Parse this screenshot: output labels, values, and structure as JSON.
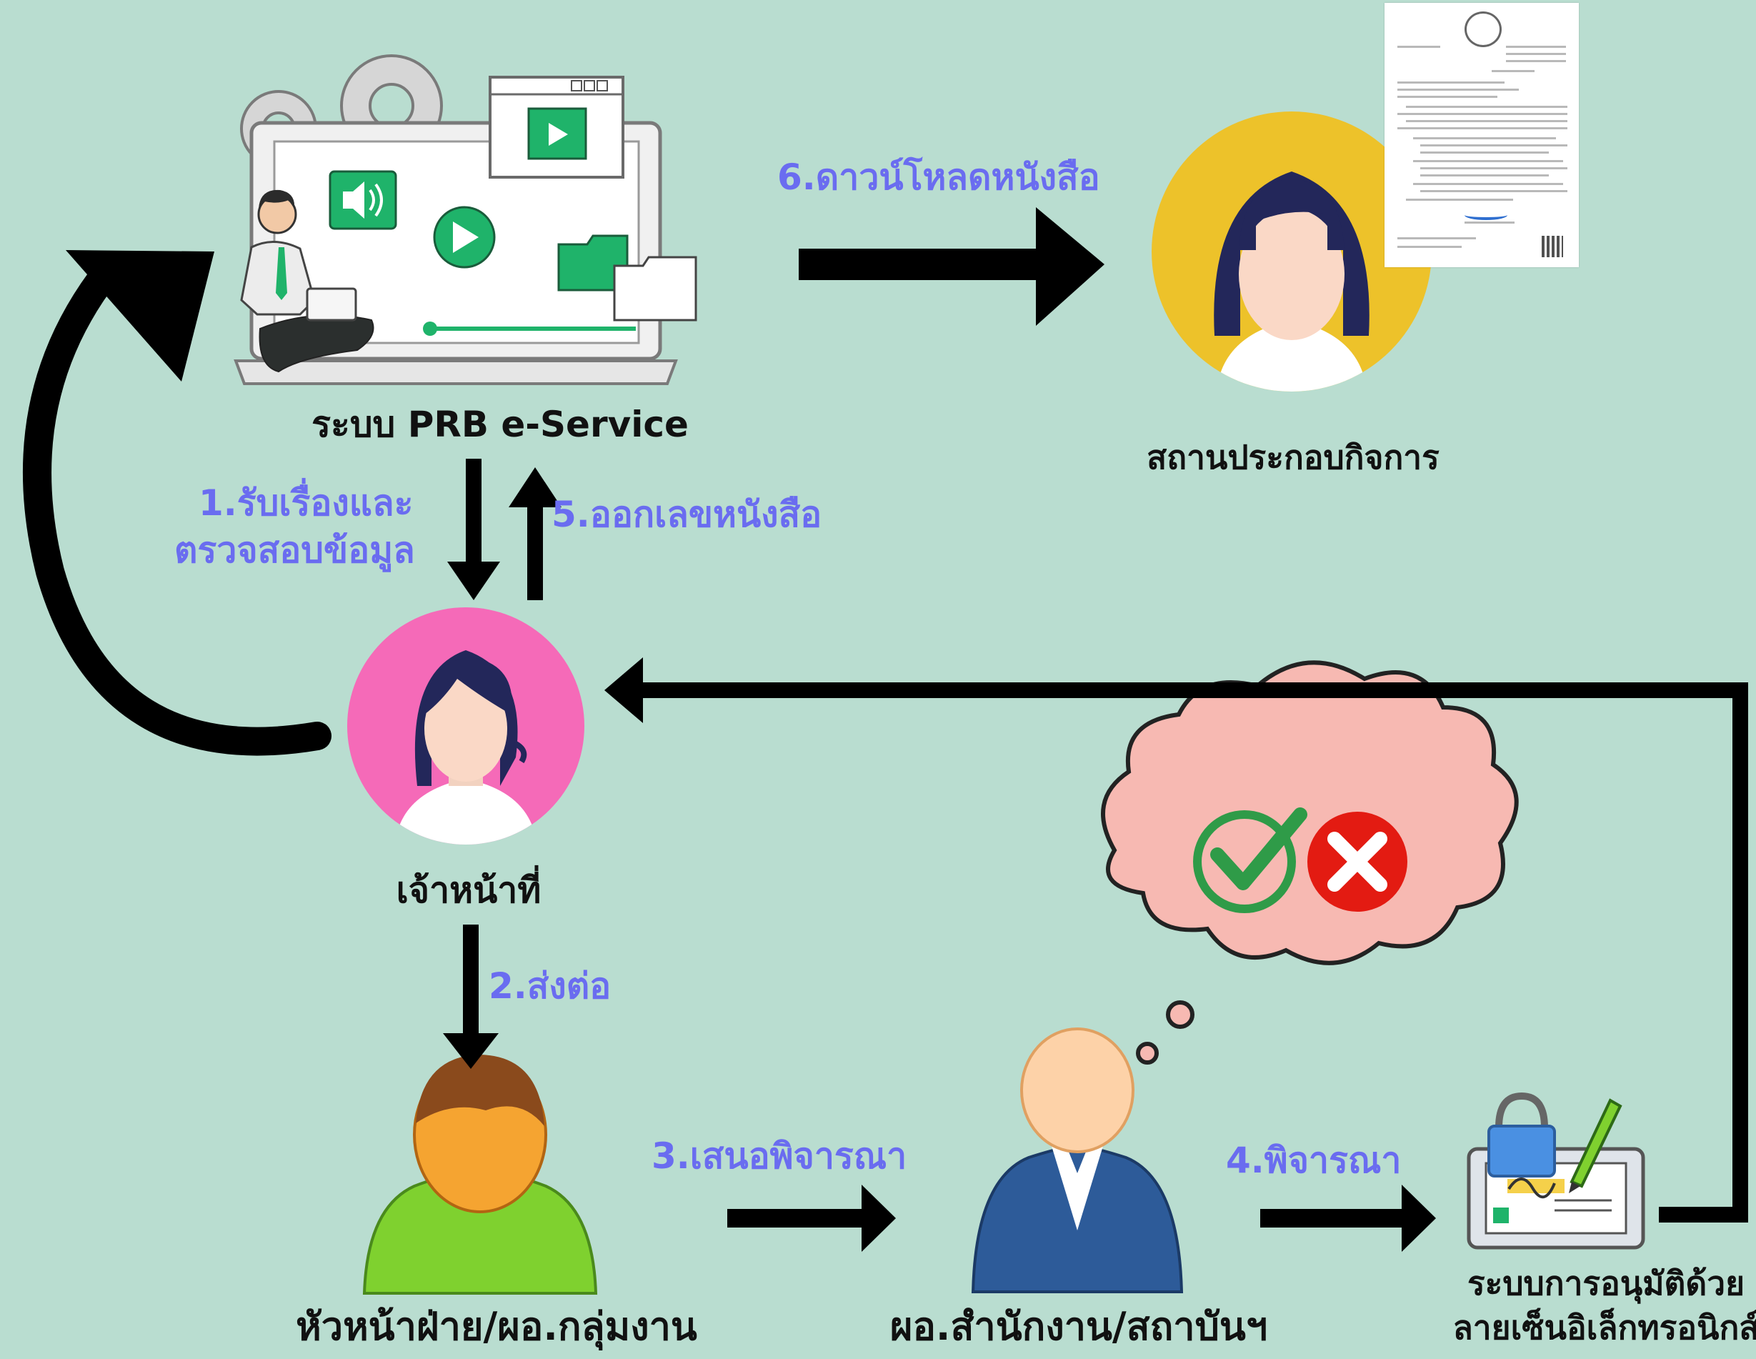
{
  "nodes": {
    "eservice": "ระบบ PRB e-Service",
    "business": "สถานประกอบกิจการ",
    "officer": "เจ้าหน้าที่",
    "section_head": "หัวหน้าฝ่าย/ผอ.กลุ่มงาน",
    "director": "ผอ.สำนักงาน/สถาบันฯ",
    "esign_line1": "ระบบการอนุมัติด้วย",
    "esign_line2": "ลายเซ็นอิเล็กทรอนิกส์"
  },
  "steps": {
    "s1_line1": "1.รับเรื่องและ",
    "s1_line2": "ตรวจสอบข้อมูล",
    "s2": "2.ส่งต่อ",
    "s3": "3.เสนอพิจารณา",
    "s4": "4.พิจารณา",
    "s5": "5.ออกเลขหนังสือ",
    "s6": "6.ดาวน์โหลดหนังสือ"
  },
  "colors": {
    "background": "#b9ddd0",
    "step_text": "#6a6cf0",
    "officer_circle": "#f56ab8",
    "business_circle": "#edc22a",
    "thought_cloud": "#f7b9b2",
    "approve": "#2f9b48",
    "reject": "#e31b12"
  }
}
